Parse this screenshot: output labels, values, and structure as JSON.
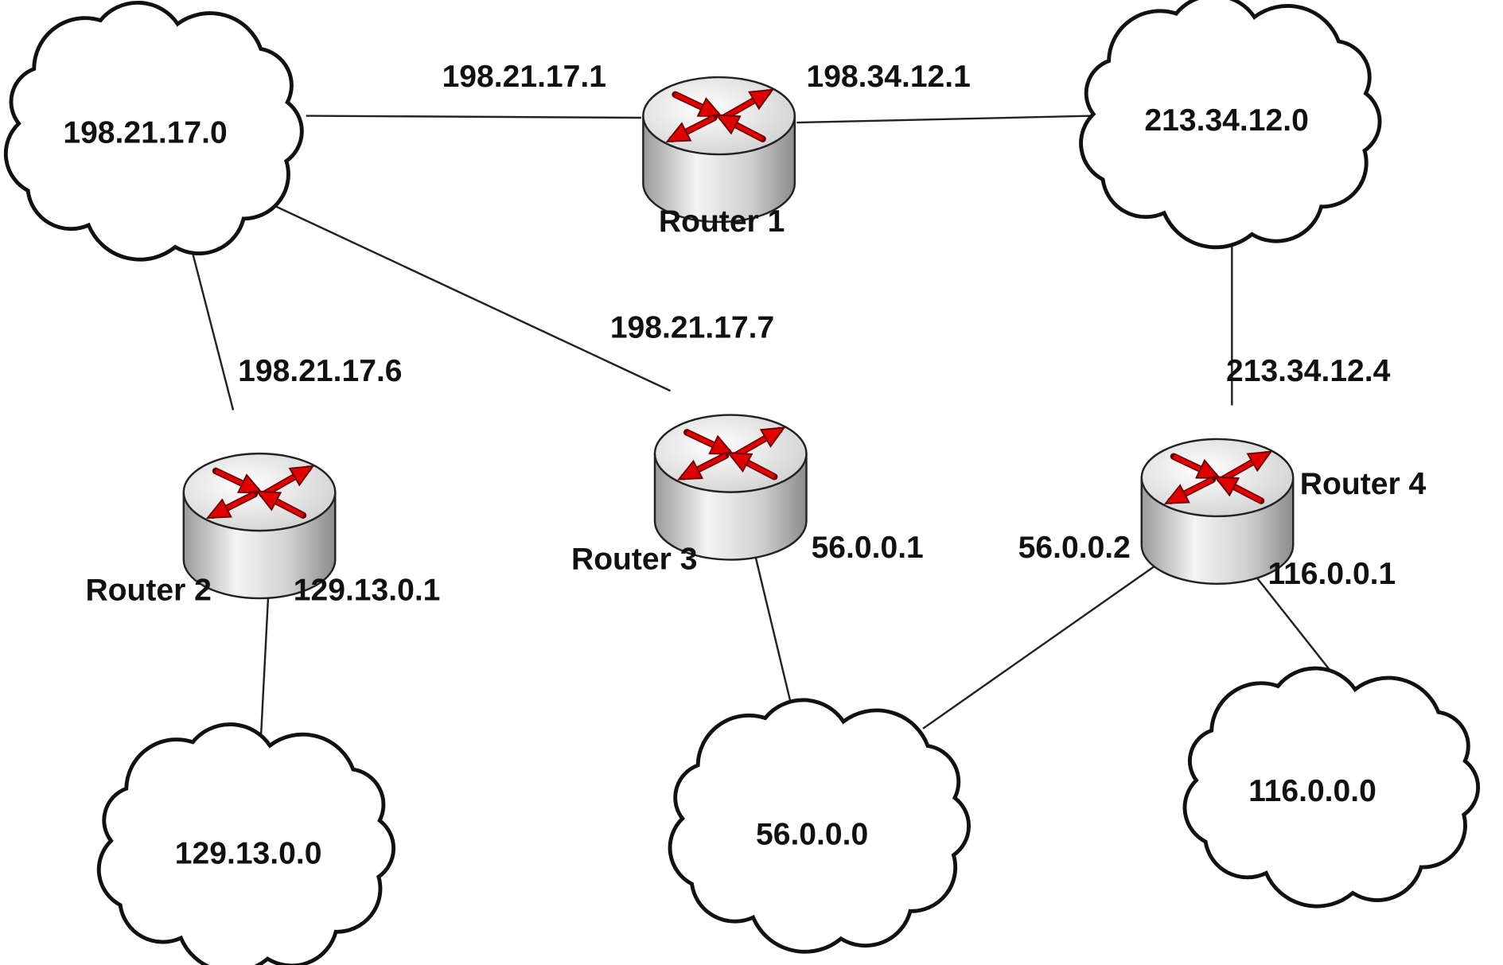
{
  "networks": [
    {
      "id": "net1",
      "label": "198.21.17.0"
    },
    {
      "id": "net2",
      "label": "213.34.12.0"
    },
    {
      "id": "net3",
      "label": "129.13.0.0"
    },
    {
      "id": "net4",
      "label": "56.0.0.0"
    },
    {
      "id": "net5",
      "label": "116.0.0.0"
    }
  ],
  "routers": [
    {
      "id": "r1",
      "label": "Router 1"
    },
    {
      "id": "r2",
      "label": "Router 2"
    },
    {
      "id": "r3",
      "label": "Router 3"
    },
    {
      "id": "r4",
      "label": "Router 4"
    }
  ],
  "links": [
    {
      "from": "net1",
      "to": "r1",
      "interface": "198.21.17.1"
    },
    {
      "from": "r1",
      "to": "net2",
      "interface": "198.34.12.1"
    },
    {
      "from": "net1",
      "to": "r2",
      "interface": "198.21.17.6"
    },
    {
      "from": "net1",
      "to": "r3",
      "interface": "198.21.17.7"
    },
    {
      "from": "net2",
      "to": "r4",
      "interface": "213.34.12.4"
    },
    {
      "from": "r2",
      "to": "net3",
      "interface": "129.13.0.1"
    },
    {
      "from": "r3",
      "to": "net4",
      "interface": "56.0.0.1"
    },
    {
      "from": "r4",
      "to": "net4",
      "interface": "56.0.0.2"
    },
    {
      "from": "r4",
      "to": "net5",
      "interface": "116.0.0.1"
    }
  ],
  "colors": {
    "arrow": "#e00000",
    "line": "#222222",
    "router_body": "#c8c8c8"
  }
}
